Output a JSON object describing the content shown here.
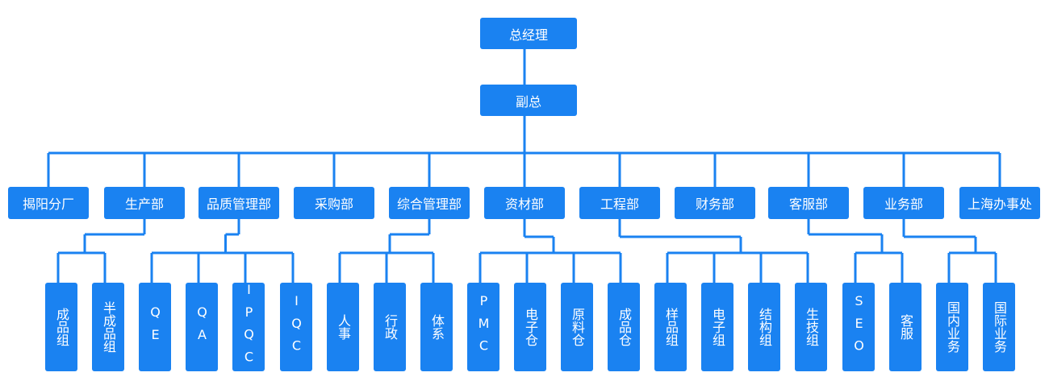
{
  "colors": {
    "node": "#1a82f1",
    "line": "#1a82f1",
    "text": "#ffffff"
  },
  "top": {
    "label": "总经理"
  },
  "deputy": {
    "label": "副总"
  },
  "departments": [
    {
      "label": "揭阳分厂",
      "children": []
    },
    {
      "label": "生产部",
      "children": [
        "成品组",
        "半成品组"
      ]
    },
    {
      "label": "品质管理部",
      "children": [
        "QE",
        "QA",
        "IPQC",
        "IQC"
      ]
    },
    {
      "label": "采购部",
      "children": []
    },
    {
      "label": "综合管理部",
      "children": [
        "人事",
        "行政",
        "体系"
      ]
    },
    {
      "label": "资材部",
      "children": [
        "PMC",
        "电子仓",
        "原料仓",
        "成品仓"
      ]
    },
    {
      "label": "工程部",
      "children": [
        "样品组",
        "电子组",
        "结构组",
        "生技组"
      ]
    },
    {
      "label": "财务部",
      "children": []
    },
    {
      "label": "客服部",
      "children": [
        "SEO",
        "客服"
      ]
    },
    {
      "label": "业务部",
      "children": [
        "国内业务",
        "国际业务"
      ]
    },
    {
      "label": "上海办事处",
      "children": []
    }
  ]
}
